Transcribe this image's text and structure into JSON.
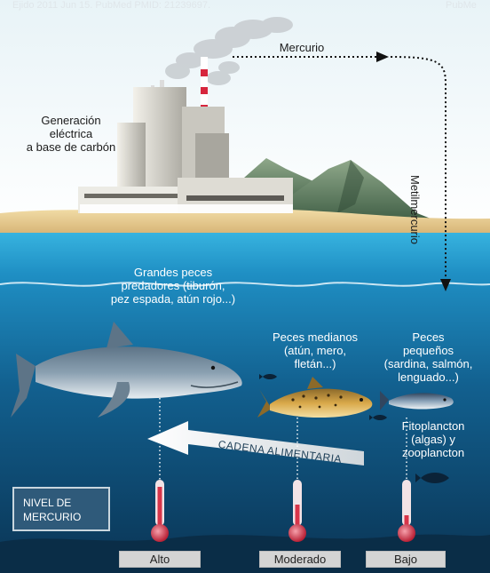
{
  "header": {
    "left_text": "Ejido 2011 Jun 15. PubMed PMID: 21239697.",
    "right_text": "PubMe"
  },
  "labels": {
    "power_plant": [
      "Generación",
      "eléctrica",
      "a base de carbón"
    ],
    "mercurio": "Mercurio",
    "metilmercurio": "Metilmercurio",
    "large_fish": [
      "Grandes peces",
      "predadores (tiburón,",
      "pez espada, atún rojo...)"
    ],
    "medium_fish_title": "Peces medianos",
    "medium_fish_examples": [
      "(atún, mero,",
      "fletán...)"
    ],
    "small_fish_title": [
      "Peces",
      "pequeños"
    ],
    "small_fish_examples": [
      "(sardina, salmón,",
      "lenguado...)"
    ],
    "plankton": [
      "Fitoplancton",
      "(algas) y",
      "zooplancton"
    ],
    "food_chain": "CADENA ALIMENTARIA",
    "mercury_level_title": [
      "NIVEL DE",
      "MERCURIO"
    ],
    "levels": [
      "Alto",
      "Moderado",
      "Bajo"
    ]
  },
  "colors": {
    "sky_top": "#eef6f9",
    "sea_surface": "#2aa4d4",
    "sea_deep": "#0b3f66",
    "sand": "#e9cf93",
    "thermo_red": "#d8354a",
    "arrow_white": "#f2f4f5"
  }
}
